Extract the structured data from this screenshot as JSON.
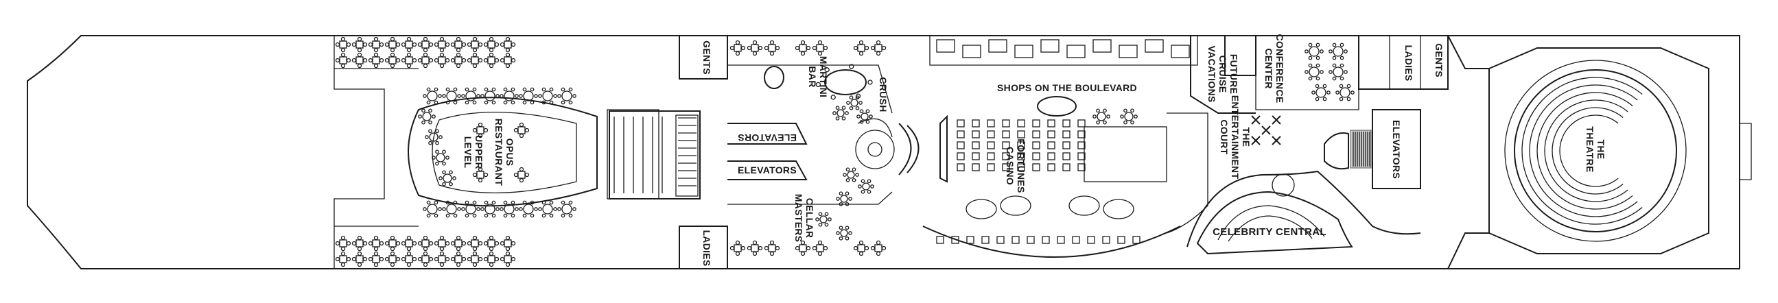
{
  "deck": {
    "labels": {
      "opus": "OPUS\nRESTAURANT",
      "upper_level": "UPPER\nLEVEL",
      "gents_fwd": "GENTS",
      "ladies_fwd": "LADIES",
      "martini_bar": "MARTINI\nBAR",
      "crush": "CRUSH",
      "elevators_top": "ELEVATORS",
      "elevators_bottom": "ELEVATORS",
      "cellar_masters": "CELLAR\nMASTERS",
      "shops": "SHOPS ON THE BOULEVARD",
      "fortunes_casino": "FORTUNES\nCASINO",
      "future_cruise": "FUTURE\nCRUISE\nVACATIONS",
      "conference_center": "CONFERENCE\nCENTER",
      "entertainment_court": "THE\nENTERTAINMENT\nCOURT",
      "celebrity_central": "CELEBRITY CENTRAL",
      "ladies_aft": "LADIES",
      "gents_aft": "GENTS",
      "elevators_aft": "ELEVATORS",
      "theatre": "THE\nTHEATRE"
    },
    "colors": {
      "line": "#1a1a1a",
      "fill": "#ffffff",
      "elevator_gray": "#cfcfcf"
    }
  }
}
